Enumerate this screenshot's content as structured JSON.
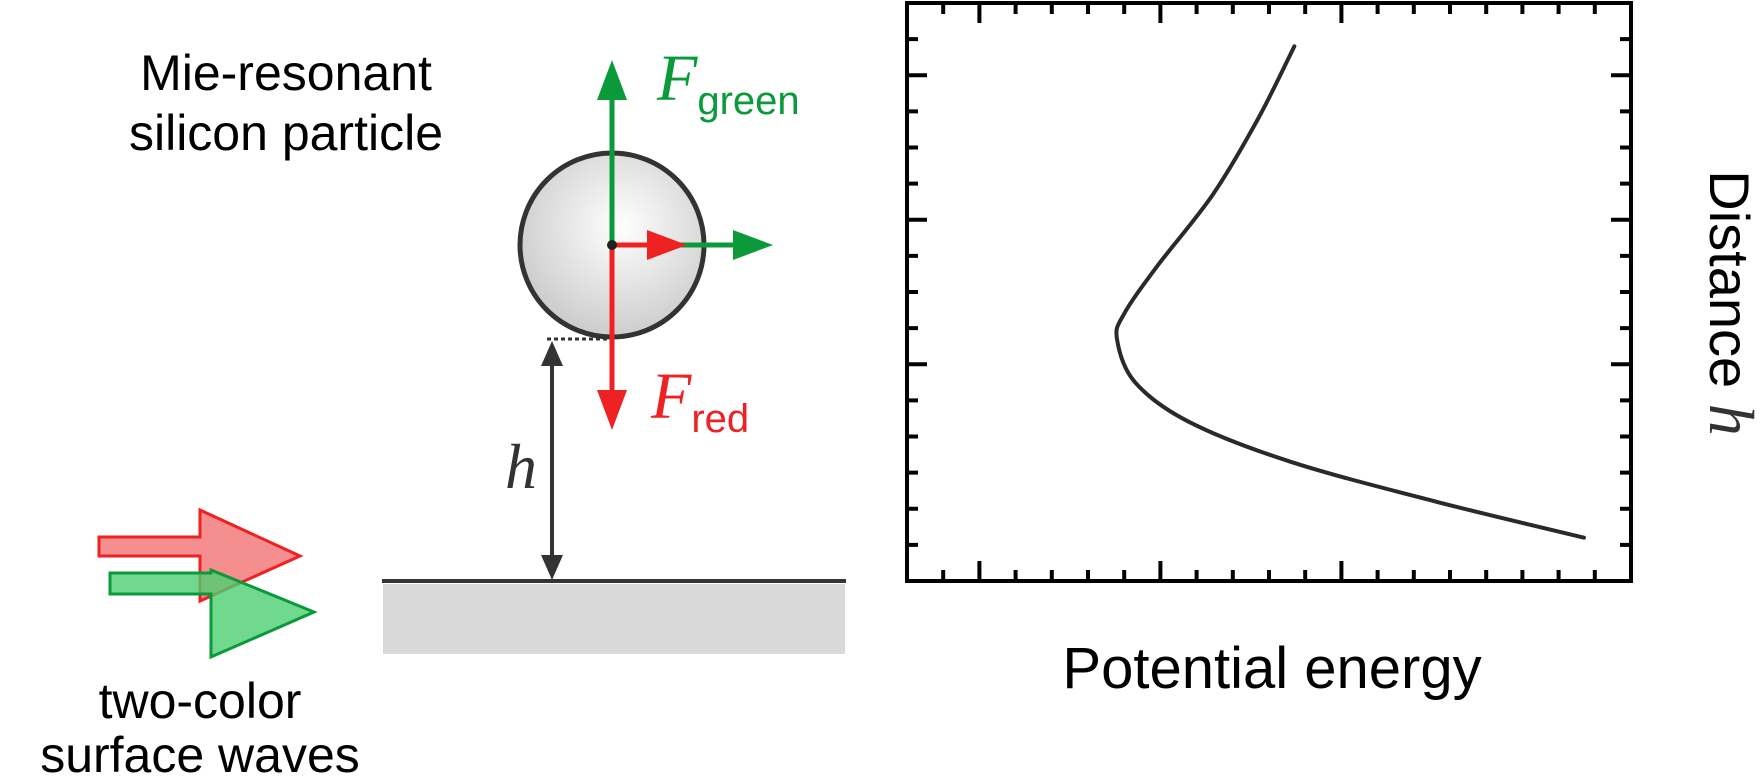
{
  "particle_label": [
    "Mie-resonant",
    "silicon particle"
  ],
  "waves_label": [
    "two-color",
    "surface waves"
  ],
  "force_green": {
    "symbol": "F",
    "subscript": "green"
  },
  "force_red": {
    "symbol": "F",
    "subscript": "red"
  },
  "height_symbol": "h",
  "colors": {
    "green": "#0a9a3a",
    "red": "#ee2222",
    "dark": "#333333",
    "surface": "#d9d9d9"
  },
  "chart_data": {
    "type": "line",
    "xlabel": "Potential energy",
    "ylabel": "Distance",
    "ylabel_symbol": "h",
    "xlim": [
      0,
      20
    ],
    "ylim": [
      0,
      16
    ],
    "x_major_ticks": [
      2,
      7,
      12
    ],
    "y_major_ticks": [
      6,
      10,
      14
    ],
    "series": [
      {
        "name": "potential",
        "x": [
          10.7,
          9.7,
          8.45,
          6.9,
          6.0,
          5.8,
          6.3,
          7.8,
          10.6,
          14.6,
          18.7
        ],
        "y": [
          14.8,
          12.8,
          10.7,
          8.7,
          7.4,
          6.7,
          5.5,
          4.4,
          3.3,
          2.2,
          1.2
        ]
      }
    ]
  }
}
